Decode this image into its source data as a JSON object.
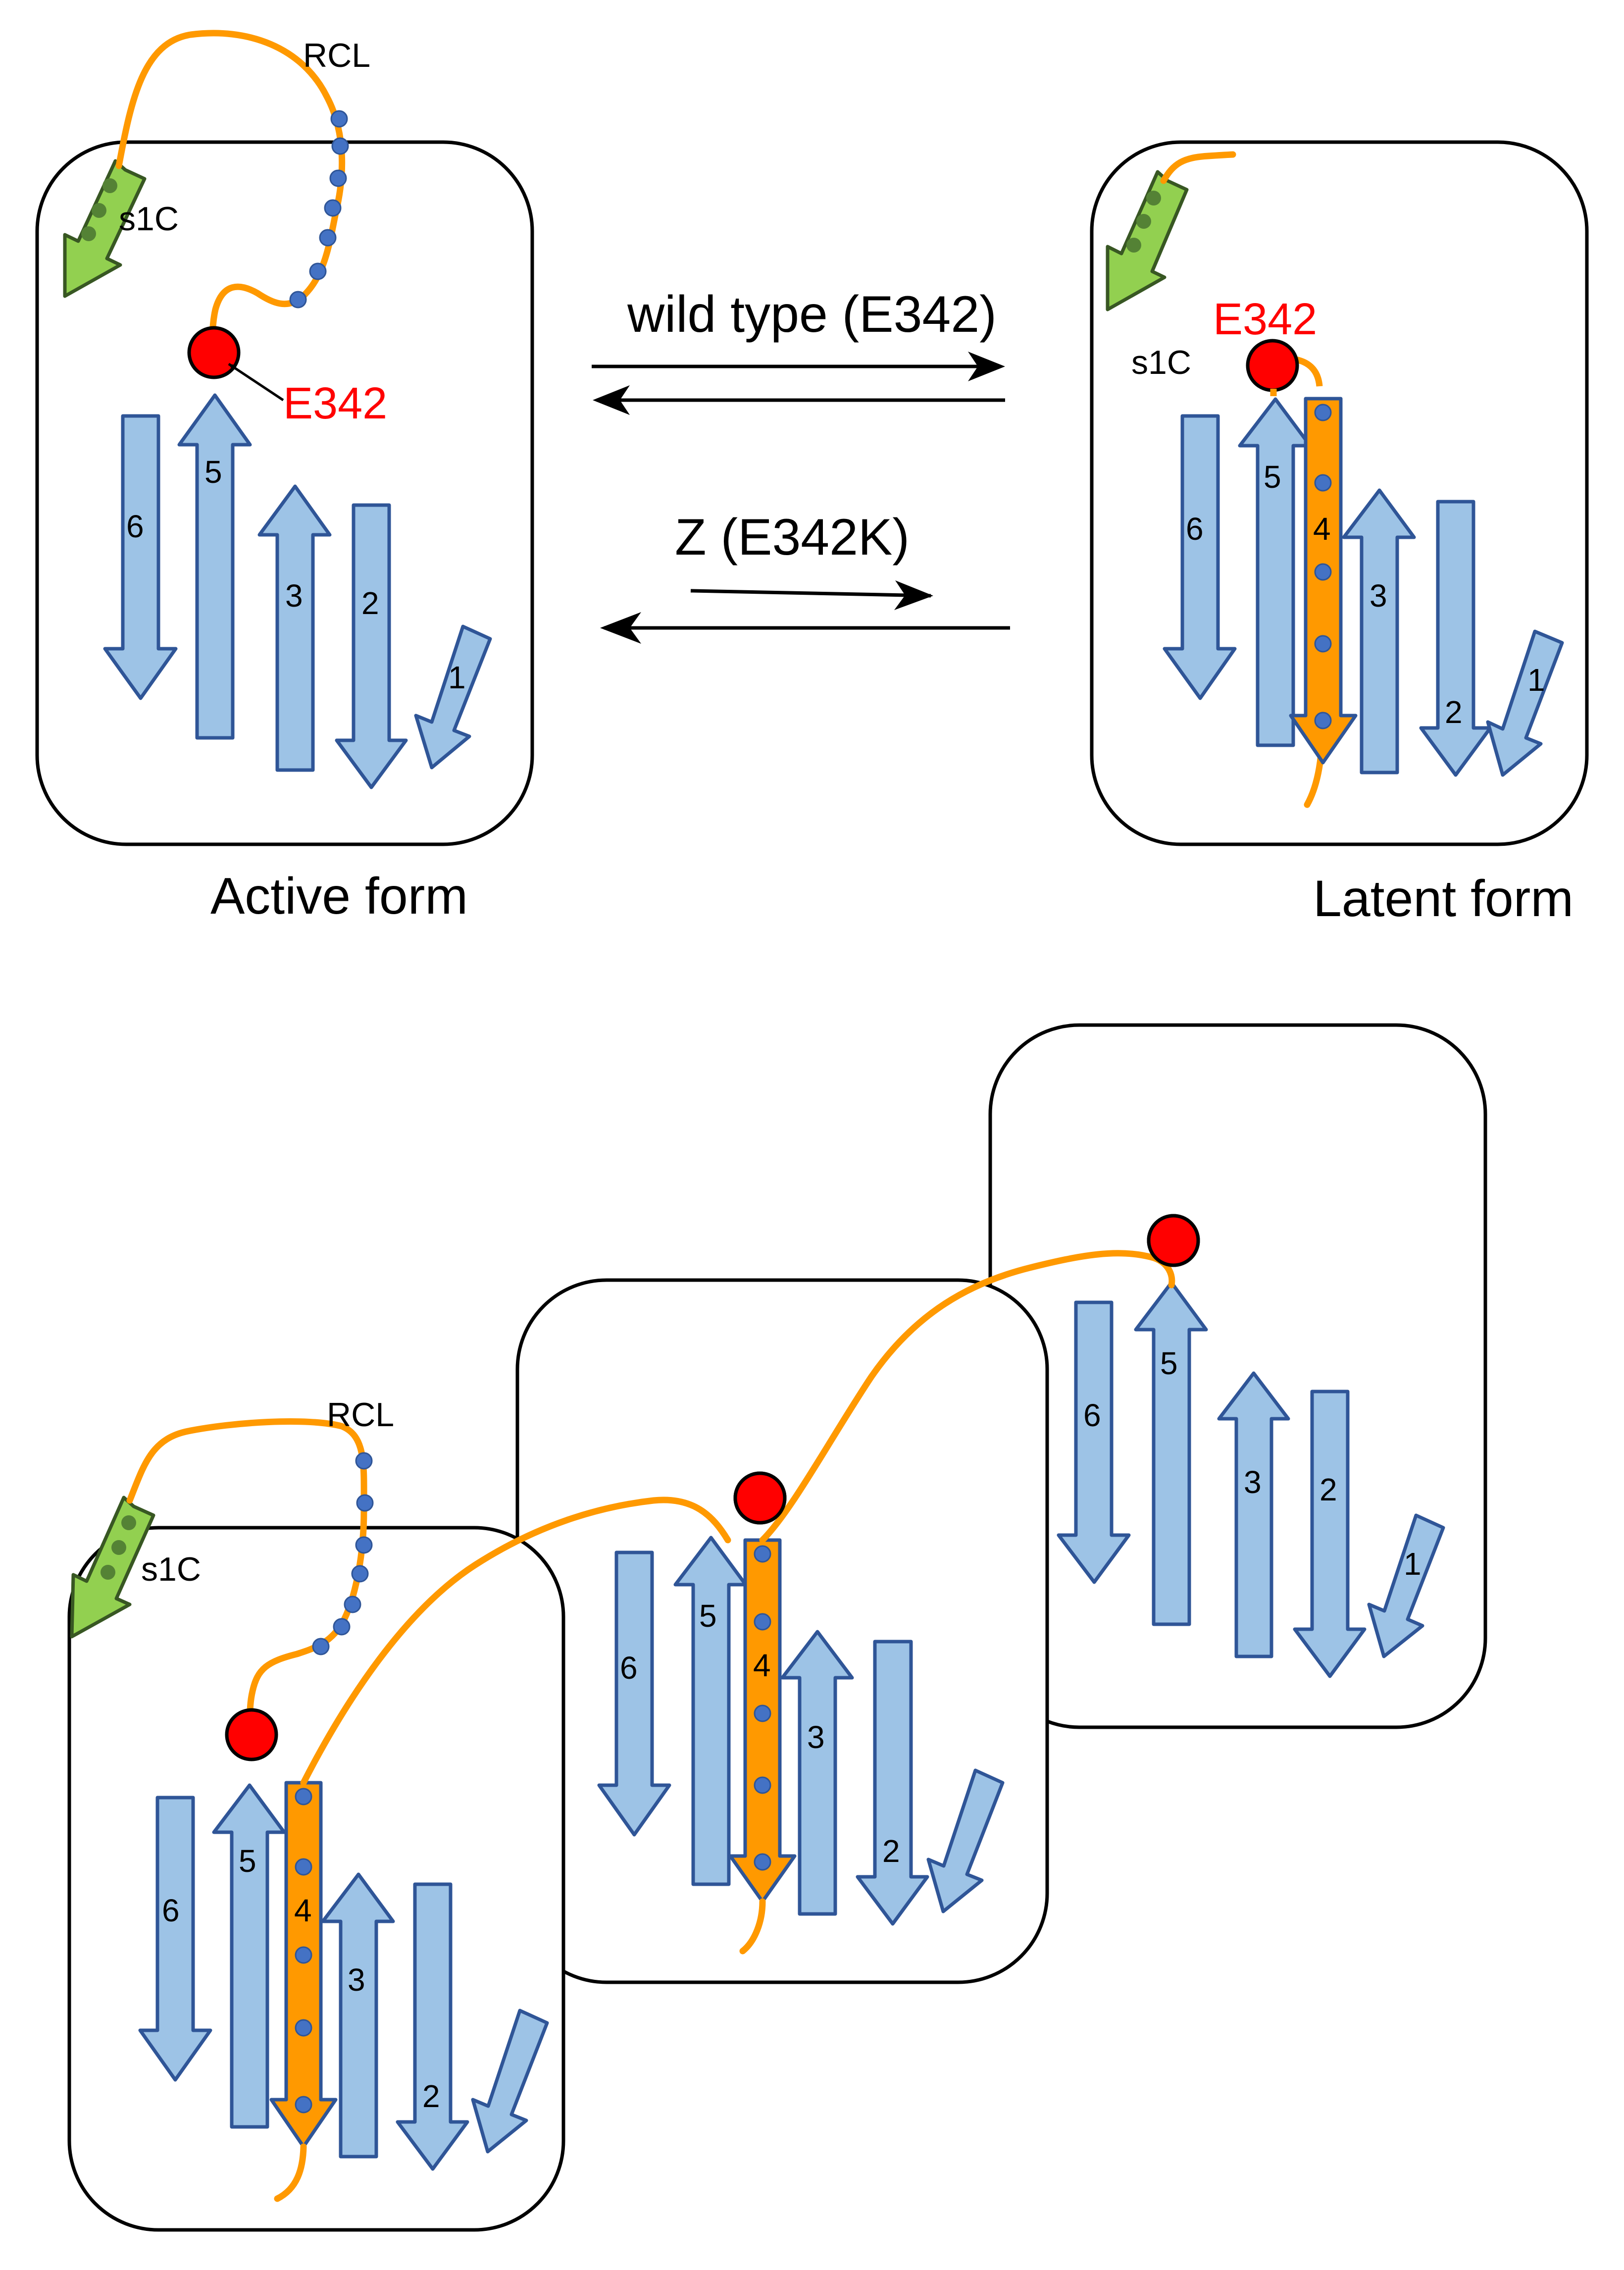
{
  "colors": {
    "strand_fill": "#9dc3e6",
    "strand_stroke": "#2f5597",
    "rcl_orange": "#ff9900",
    "rcl_stroke": "#c55a11",
    "s1c_green": "#92d050",
    "s1c_stroke": "#385723",
    "residue_red": "#ff0000",
    "bead_blue": "#4472c4"
  },
  "labels": {
    "rcl": "RCL",
    "s1c": "s1C",
    "e342": "E342",
    "wild_type": "wild type (E342)",
    "z_mutant": "Z (E342K)",
    "active_form": "Active form",
    "latent_form": "Latent form"
  },
  "strands": {
    "s1": "1",
    "s2": "2",
    "s3": "3",
    "s4": "4",
    "s5": "5",
    "s6": "6"
  }
}
